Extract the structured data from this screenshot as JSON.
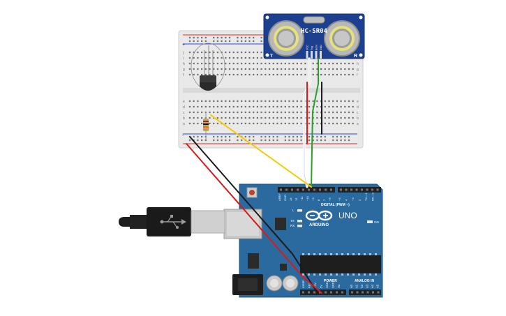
{
  "sensor": {
    "model": "HC-SR04",
    "left_mark": "T",
    "right_mark": "R",
    "pins": [
      "VCC",
      "Trig",
      "Echo",
      "GND"
    ]
  },
  "board": {
    "logo_text": "ARDUINO",
    "model": "UNO",
    "on_label": "ON",
    "led_labels": [
      "L",
      "TX",
      "RX"
    ],
    "digital_header": "DIGITAL (PWM ~)",
    "power_header": "POWER",
    "analog_header": "ANALOG IN",
    "digital_pins": [
      "AREF",
      "GND",
      "13",
      "12",
      "~11",
      "~10",
      "~9",
      "8",
      "7",
      "~6",
      "~5",
      "4",
      "~3",
      "2",
      "TX→1",
      "RX←0"
    ],
    "power_pins": [
      "IOREF",
      "RESET",
      "3.3V",
      "5V",
      "GND",
      "GND",
      "Vin"
    ],
    "analog_pins": [
      "A0",
      "A1",
      "A2",
      "A3",
      "A4",
      "A5"
    ]
  },
  "breadboard": {
    "row_letters_top": [
      "j",
      "i",
      "h",
      "g",
      "f"
    ],
    "row_letters_bottom": [
      "e",
      "d",
      "c",
      "b",
      "a"
    ],
    "plus": "+",
    "minus": "-"
  },
  "colors": {
    "board": "#2a6a9e",
    "sensor": "#1d3f8f",
    "wire_red": "#d81a1a",
    "wire_black": "#1b1b1b",
    "wire_yellow": "#f2cc0c",
    "wire_green": "#2aa02a",
    "wire_white": "#f4f4f4"
  }
}
